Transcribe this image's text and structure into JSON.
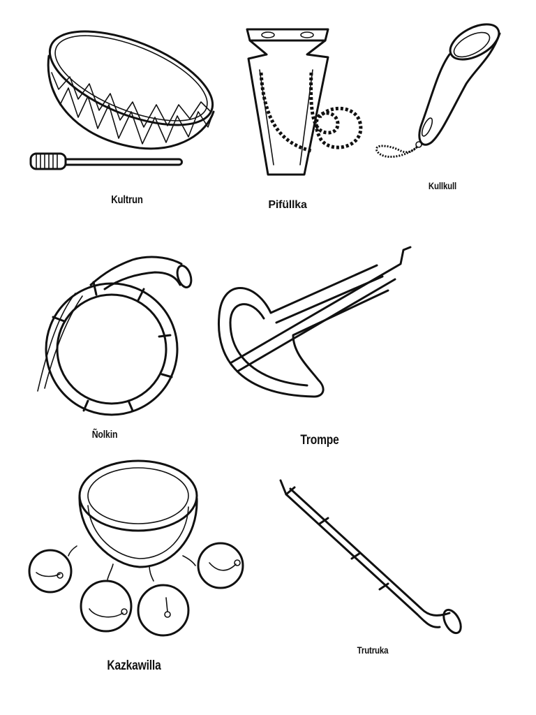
{
  "labels": {
    "kultrun": "Kultrun",
    "pifullka": "Pifüllka",
    "kullkull": "Kullkull",
    "nolkin": "Ñolkin",
    "trompe": "Trompe",
    "kazkawilla": "Kazkawilla",
    "trutruka": "Trutruka"
  },
  "colors": {
    "ink": "#111111",
    "background": "#ffffff"
  }
}
